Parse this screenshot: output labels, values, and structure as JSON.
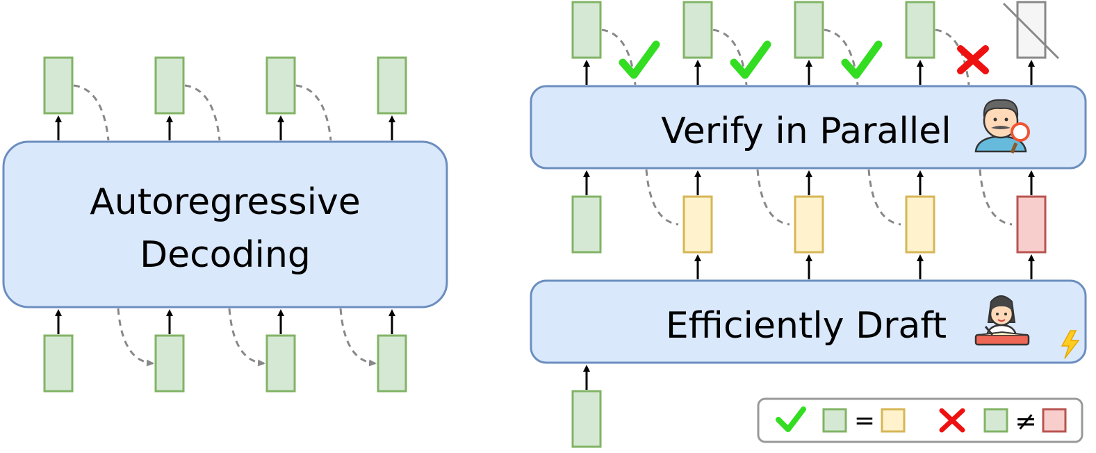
{
  "left_panel": {
    "box_line1": "Autoregressive",
    "box_line2": "Decoding"
  },
  "right_panel": {
    "verify_label": "Verify in Parallel",
    "draft_label": "Efficiently Draft",
    "verify_results": [
      "check",
      "check",
      "check",
      "cross"
    ],
    "verifier_icon": "inspector-with-magnifier-icon",
    "drafter_icon": "student-writing-icon",
    "speed_icon": "lightning-bolt-icon"
  },
  "legend": {
    "equal_sign": "=",
    "not_equal_sign": "≠"
  },
  "colors": {
    "box_fill": "#dae8fc",
    "box_stroke": "#6c8ebf",
    "token_green_fill": "#d5e8d4",
    "token_green_stroke": "#82b366",
    "token_yellow_fill": "#fff2cc",
    "token_yellow_stroke": "#d6b656",
    "token_red_fill": "#f8cecc",
    "token_red_stroke": "#b85450",
    "token_gray_fill": "#f5f5f5",
    "token_gray_stroke": "#888888",
    "check": "#33dd22",
    "cross": "#ee1111",
    "dashed": "#888888"
  }
}
